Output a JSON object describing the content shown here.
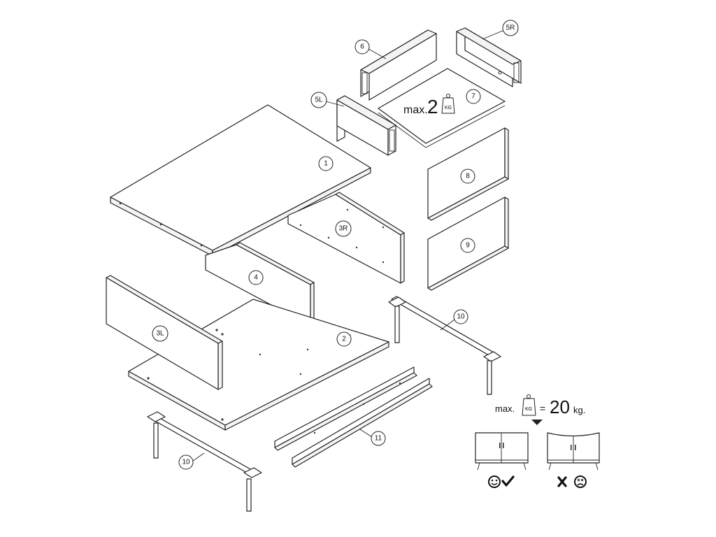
{
  "parts": [
    {
      "id": "part-1",
      "label": "1"
    },
    {
      "id": "part-2",
      "label": "2"
    },
    {
      "id": "part-3L",
      "label": "3L"
    },
    {
      "id": "part-3R",
      "label": "3R"
    },
    {
      "id": "part-4",
      "label": "4"
    },
    {
      "id": "part-5L",
      "label": "5L"
    },
    {
      "id": "part-5R",
      "label": "5R"
    },
    {
      "id": "part-6",
      "label": "6"
    },
    {
      "id": "part-7",
      "label": "7"
    },
    {
      "id": "part-8",
      "label": "8"
    },
    {
      "id": "part-9",
      "label": "9"
    },
    {
      "id": "part-10a",
      "label": "10"
    },
    {
      "id": "part-10b",
      "label": "10"
    },
    {
      "id": "part-11",
      "label": "11"
    }
  ],
  "drawer_load": {
    "prefix": "max.",
    "value": "2",
    "unit_icon": "KG"
  },
  "top_load": {
    "prefix": "max.",
    "unit_icon": "KG",
    "equals": "=",
    "value": "20",
    "unit": "kg."
  },
  "indicators": {
    "ok_face_icon": "smiley-face-icon",
    "ok_mark_icon": "check-mark-icon",
    "bad_mark_icon": "cross-mark-icon",
    "bad_face_icon": "sad-face-icon"
  }
}
